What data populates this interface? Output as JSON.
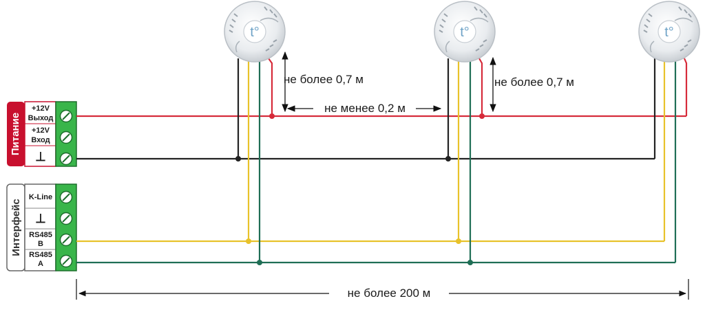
{
  "groups": {
    "power": "Питание",
    "interface": "Интерфейс"
  },
  "terminals": {
    "out12_a": "+12V",
    "out12_b": "Выход",
    "in12_a": "+12V",
    "in12_b": "Вход",
    "gnd": "⊥",
    "kline": "K-Line",
    "gnd2": "⊥",
    "rs485b_a": "RS485",
    "rs485b_b": "B",
    "rs485a_a": "RS485",
    "rs485a_b": "A"
  },
  "sensor_symbol": "t°",
  "labels": {
    "max_branch_1": "не более 0,7 м",
    "max_branch_2": "не более 0,7 м",
    "min_spacing": "не менее 0,2 м",
    "max_total": "не более 200 м"
  },
  "colors": {
    "power_plus": "#d62b3a",
    "ground": "#222222",
    "rs485_b": "#e8c22a",
    "rs485_a": "#1f6e55",
    "terminal_block": "#39b54a",
    "power_group": "#c8102e"
  }
}
